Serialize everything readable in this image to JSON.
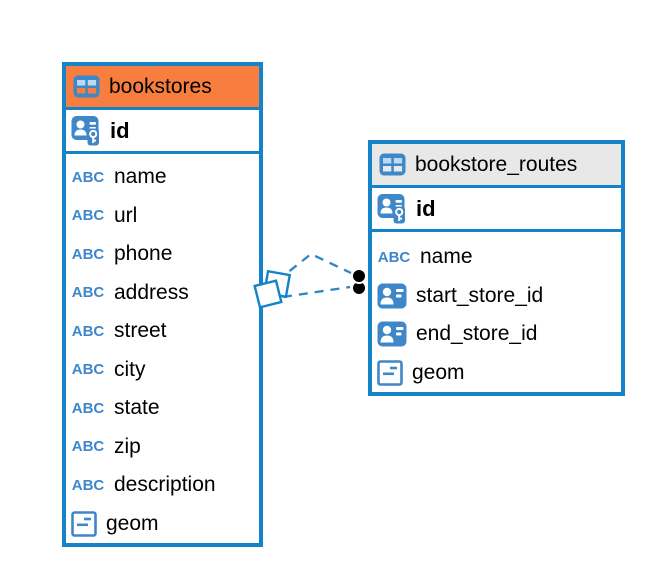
{
  "icons": {
    "text_type_label": "ABC"
  },
  "colors": {
    "table_border": "#1583C7",
    "bookstores_header": "#F77E3E",
    "routes_header": "#E9E8E8",
    "icon_blue": "#3E87C8",
    "relationship_line": "#2E86C8",
    "endpoint_dot": "#000000"
  },
  "diagram": {
    "tables": [
      {
        "name": "bookstores",
        "primary_key": {
          "name": "id"
        },
        "columns": [
          {
            "name": "name",
            "type": "text"
          },
          {
            "name": "url",
            "type": "text"
          },
          {
            "name": "phone",
            "type": "text"
          },
          {
            "name": "address",
            "type": "text"
          },
          {
            "name": "street",
            "type": "text"
          },
          {
            "name": "city",
            "type": "text"
          },
          {
            "name": "state",
            "type": "text"
          },
          {
            "name": "zip",
            "type": "text"
          },
          {
            "name": "description",
            "type": "text"
          },
          {
            "name": "geom",
            "type": "geometry"
          }
        ]
      },
      {
        "name": "bookstore_routes",
        "primary_key": {
          "name": "id"
        },
        "columns": [
          {
            "name": "name",
            "type": "text"
          },
          {
            "name": "start_store_id",
            "type": "reference"
          },
          {
            "name": "end_store_id",
            "type": "reference"
          },
          {
            "name": "geom",
            "type": "geometry"
          }
        ]
      }
    ],
    "relationships": [
      {
        "from": "bookstore_routes",
        "to": "bookstores",
        "style": "dashed"
      },
      {
        "from": "bookstore_routes",
        "to": "bookstores",
        "style": "dashed"
      }
    ]
  }
}
